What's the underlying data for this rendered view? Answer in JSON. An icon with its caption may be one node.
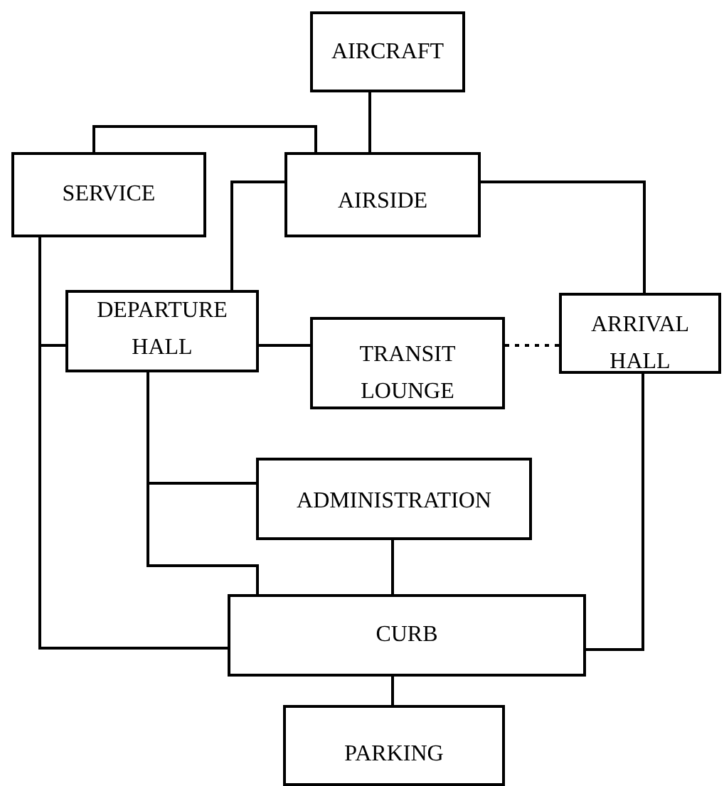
{
  "diagram": {
    "nodes": [
      {
        "text": [
          "AIRCRAFT"
        ]
      },
      {
        "text": [
          "SERVICE"
        ]
      },
      {
        "text": [
          "AIRSIDE"
        ]
      },
      {
        "text": [
          "DEPARTURE HALL"
        ]
      },
      {
        "text": [
          "TRANSIT LOUNGE"
        ]
      },
      {
        "text": [
          "ARRIVAL HALL"
        ]
      },
      {
        "text": [
          "ADMINISTRATION"
        ]
      },
      {
        "text": [
          "CURB"
        ]
      },
      {
        "text": [
          "PARKING"
        ]
      }
    ],
    "edges": [
      {
        "from": 0,
        "to": 2,
        "arrow": "none"
      },
      {
        "from": 1,
        "to": 2,
        "arrow": "none"
      },
      {
        "from": 2,
        "to": 3,
        "arrow": "none"
      },
      {
        "from": 2,
        "to": 5,
        "arrow": "none"
      },
      {
        "from": 3,
        "to": 4,
        "arrow": "none"
      },
      {
        "from": 4,
        "to": 5,
        "arrow": "none",
        "style": "dashed"
      },
      {
        "from": 1,
        "to": 7,
        "arrow": "none"
      },
      {
        "from": 3,
        "to": 7,
        "arrow": "none"
      },
      {
        "from": 3,
        "to": 6,
        "arrow": "none"
      },
      {
        "from": 3,
        "to": 7,
        "arrow": "none"
      },
      {
        "from": 6,
        "to": 7,
        "arrow": "none"
      },
      {
        "from": 5,
        "to": 7,
        "arrow": "none"
      },
      {
        "from": 7,
        "to": 8,
        "arrow": "none"
      }
    ]
  }
}
